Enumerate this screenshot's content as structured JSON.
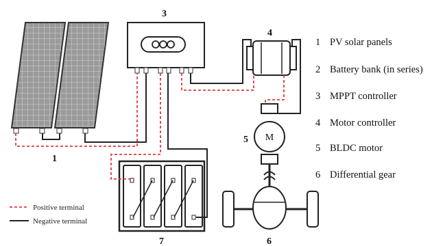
{
  "numbers": {
    "n1": "1",
    "n3": "3",
    "n4": "4",
    "n5": "5",
    "n6": "6",
    "n7": "7"
  },
  "motor_symbol": "M",
  "legend": [
    {
      "number": "1",
      "label": "PV solar panels"
    },
    {
      "number": "2",
      "label": "Battery bank (in series)"
    },
    {
      "number": "3",
      "label": "MPPT controller"
    },
    {
      "number": "4",
      "label": "Motor controller"
    },
    {
      "number": "5",
      "label": "BLDC motor"
    },
    {
      "number": "6",
      "label": "Differential gear"
    }
  ],
  "key": {
    "positive": "Positive terminal",
    "negative": "Negative terminal"
  },
  "colors": {
    "positive": "#e03a3a",
    "negative": "#222222"
  }
}
